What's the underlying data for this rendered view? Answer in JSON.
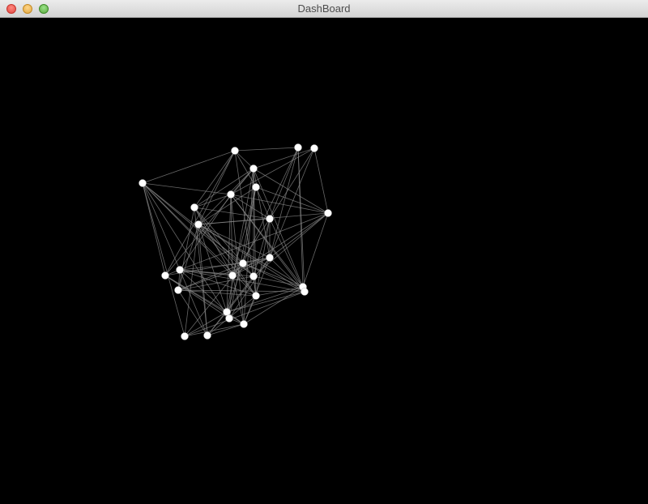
{
  "window": {
    "title": "DashBoard",
    "buttons": [
      "close",
      "minimize",
      "zoom"
    ]
  },
  "graph": {
    "background": "#000000",
    "node_color": "#ffffff",
    "edge_color": "#8a8a8a"
  }
}
